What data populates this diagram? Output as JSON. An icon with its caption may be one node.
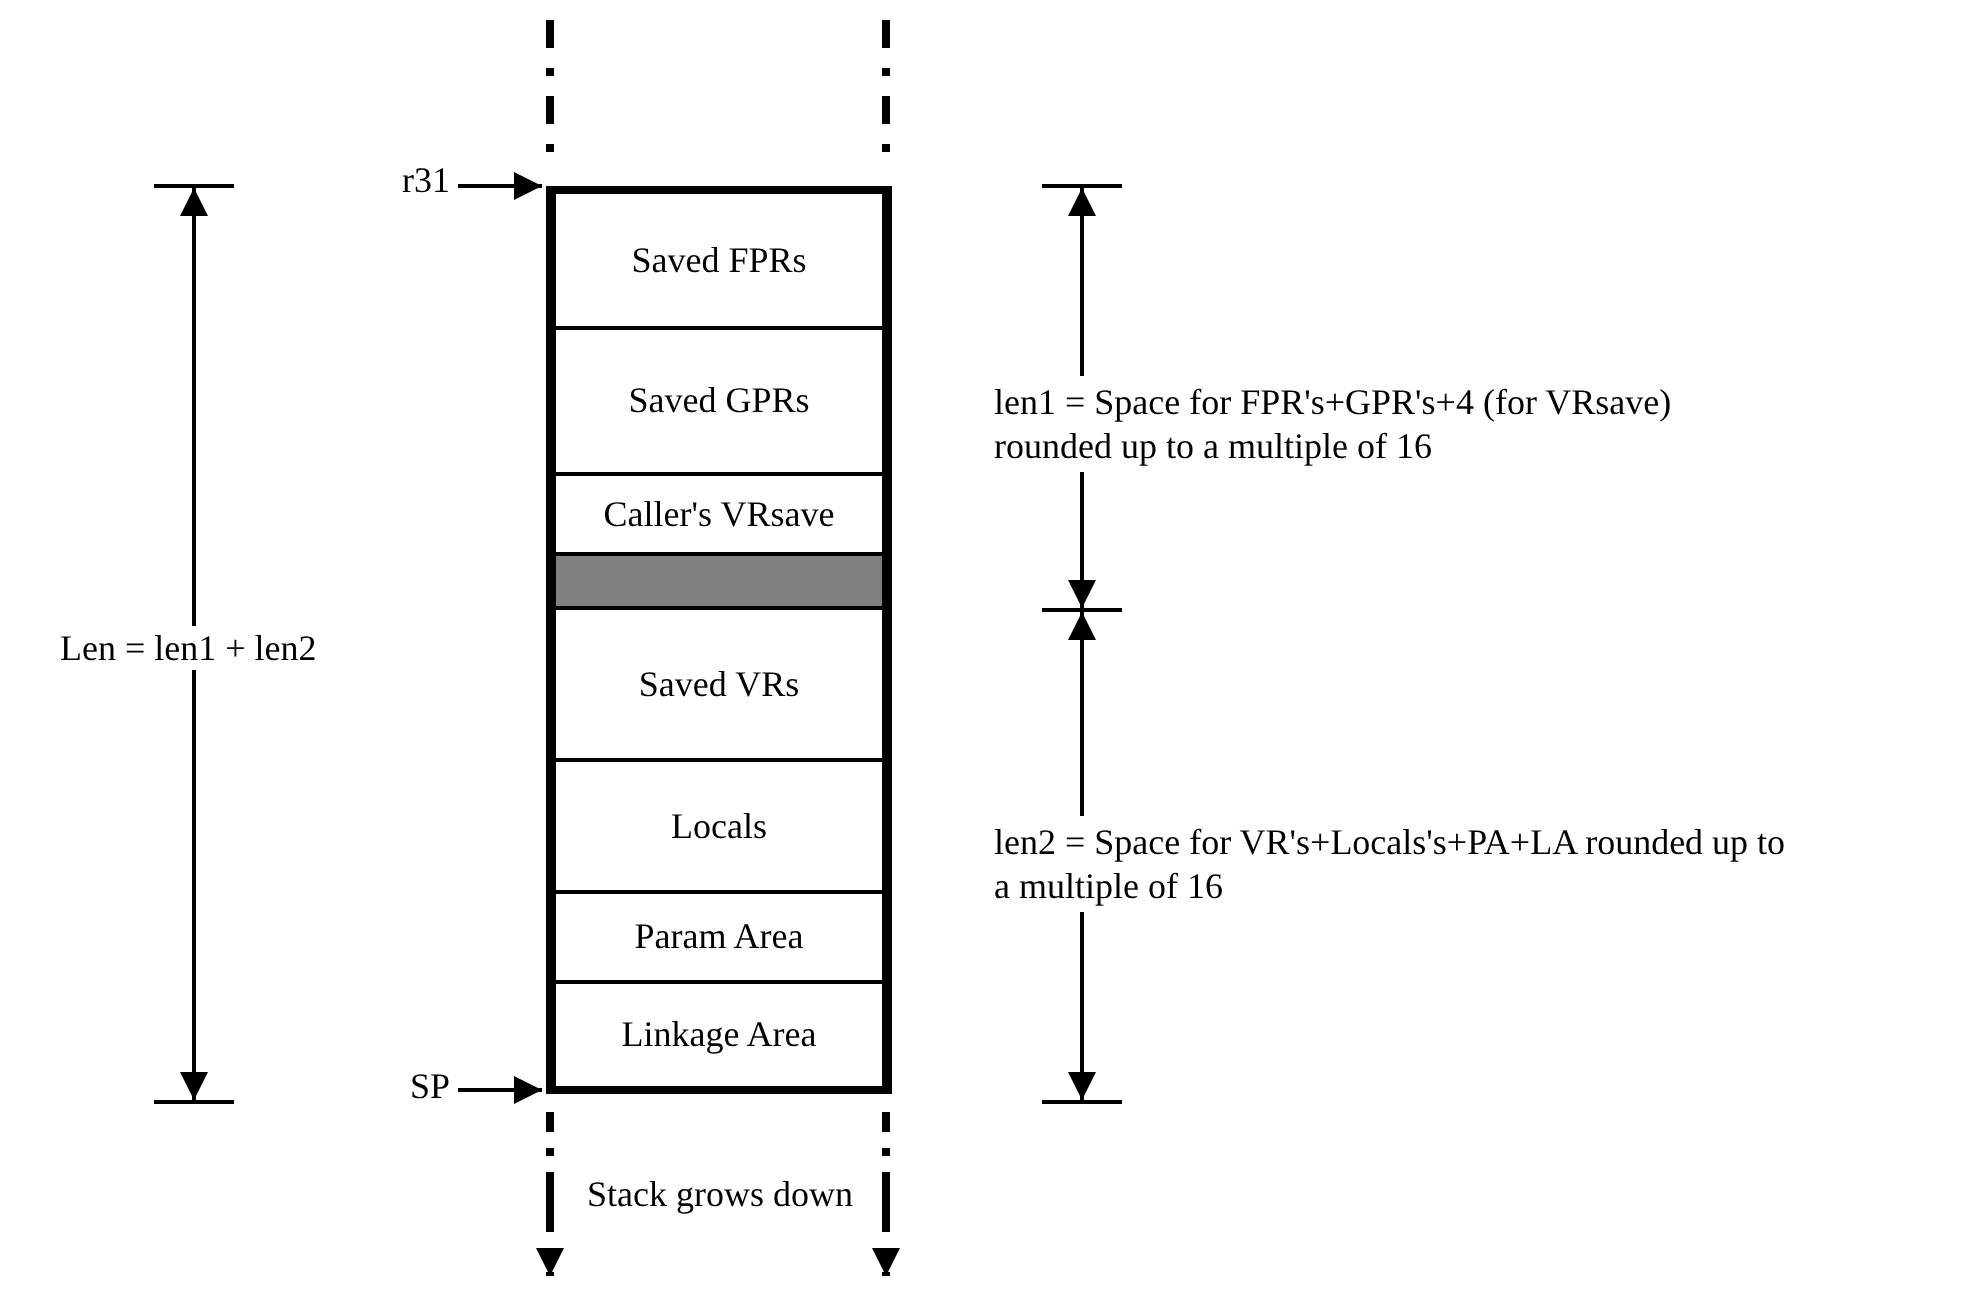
{
  "diagram": {
    "nodes": [
      {
        "text": [
          "r31"
        ]
      },
      {
        "text": [
          "Saved FPRs"
        ]
      },
      {
        "text": [
          "Saved GPRs"
        ]
      },
      {
        "text": [
          "Caller's VRsave"
        ]
      },
      {
        "text": [],
        "shape": "bar"
      },
      {
        "text": [
          "Saved VRs"
        ]
      },
      {
        "text": [
          "Locals"
        ]
      },
      {
        "text": [
          "Param Area"
        ]
      },
      {
        "text": [
          "Linkage Area"
        ]
      },
      {
        "text": [
          "SP"
        ]
      }
    ],
    "edges": [
      {
        "from": 0,
        "to": 1,
        "arrow": "to"
      },
      {
        "from": 9,
        "to": 8,
        "arrow": "to"
      }
    ],
    "labels": [
      "Len = len1 + len2",
      "len1 = Space for FPR's+GPR's+4 (for VRsave) rounded up to a multiple of 16",
      "len2 = Space for VR's+Locals's+PA+LA rounded up to a multiple of 16",
      "Stack grows down"
    ]
  }
}
